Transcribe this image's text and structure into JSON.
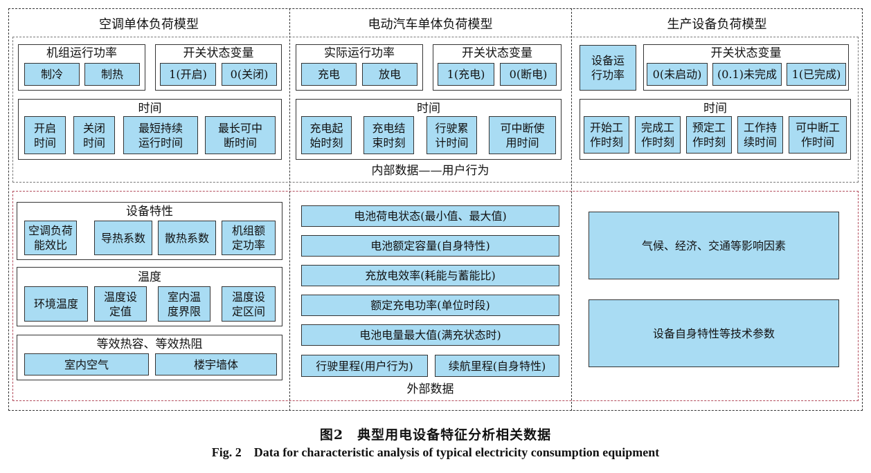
{
  "columns": {
    "ac": "空调单体负荷模型",
    "ev": "电动汽车单体负荷模型",
    "prod": "生产设备负荷模型"
  },
  "internal_label": "内部数据——用户行为",
  "external_label": "外部数据",
  "ac": {
    "power_group": {
      "title": "机组运行功率",
      "items": [
        "制冷",
        "制热"
      ]
    },
    "switch_group": {
      "title": "开关状态变量",
      "items": [
        "1(开启)",
        "0(关闭)"
      ]
    },
    "time_group": {
      "title": "时间",
      "items": [
        "开启\n时间",
        "关闭\n时间",
        "最短持续\n运行时间",
        "最长可中\n断时间"
      ]
    },
    "equip_group": {
      "title": "设备特性",
      "items": [
        "空调负荷\n能效比",
        "导热系数",
        "散热系数",
        "机组额\n定功率"
      ]
    },
    "temp_group": {
      "title": "温度",
      "items": [
        "环境温度",
        "温度设\n定值",
        "室内温\n度界限",
        "温度设\n定区间"
      ]
    },
    "heat_group": {
      "title": "等效热容、等效热阻",
      "items": [
        "室内空气",
        "楼宇墙体"
      ]
    }
  },
  "ev": {
    "power_group": {
      "title": "实际运行功率",
      "items": [
        "充电",
        "放电"
      ]
    },
    "switch_group": {
      "title": "开关状态变量",
      "items": [
        "1(充电)",
        "0(断电)"
      ]
    },
    "time_group": {
      "title": "时间",
      "items": [
        "充电起\n始时刻",
        "充电结\n束时刻",
        "行驶累\n计时间",
        "可中断使\n用时间"
      ]
    },
    "external_items": [
      "电池荷电状态(最小值、最大值)",
      "电池额定容量(自身特性)",
      "充放电效率(耗能与蓄能比)",
      "额定充电功率(单位时段)",
      "电池电量最大值(满充状态时)"
    ],
    "mileage_items": [
      "行驶里程(用户行为)",
      "续航里程(自身特性)"
    ]
  },
  "prod": {
    "power_cell": "设备运\n行功率",
    "switch_group": {
      "title": "开关状态变量",
      "items": [
        "0(未启动)",
        "(0.1)未完成",
        "1(已完成)"
      ]
    },
    "time_group": {
      "title": "时间",
      "items": [
        "开始工\n作时刻",
        "完成工\n作时刻",
        "预定工\n作时刻",
        "工作持\n续时间",
        "可中断工\n作时间"
      ]
    },
    "external_items": [
      "气候、经济、交通等影响因素",
      "设备自身特性等技术参数"
    ]
  },
  "caption": {
    "zh": "图2　典型用电设备特征分析相关数据",
    "en": "Fig. 2　Data for characteristic analysis of typical electricity consumption equipment"
  },
  "colors": {
    "cell_fill": "#a9dcf3",
    "internal_border": "#777777",
    "external_border": "#b24a5a"
  }
}
